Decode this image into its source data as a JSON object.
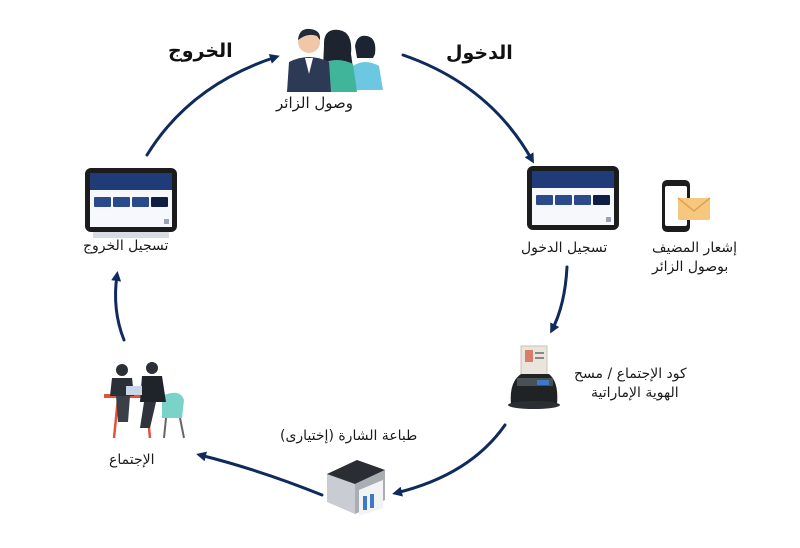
{
  "headings": {
    "exit": "الخروج",
    "entry": "الدخول"
  },
  "steps": {
    "visitor_arrival": "وصول الزائر",
    "check_in": "تسجيل الدخول",
    "host_notification_line1": "إشعار المضيف",
    "host_notification_line2": "بوصول الزائر",
    "meeting_code_line1": "كود الإجتماع / مسح",
    "meeting_code_line2": "الهوية الإماراتية",
    "badge_print": "طباعة الشارة (إختيارى)",
    "meeting": "الإجتماع",
    "check_out": "تسجيل الخروج"
  },
  "colors": {
    "arrow": "#0f2a5c",
    "tablet_header": "#1f3b78",
    "envelope": "#f6c77e",
    "chair": "#7ad3c8",
    "table": "#e2533a"
  }
}
